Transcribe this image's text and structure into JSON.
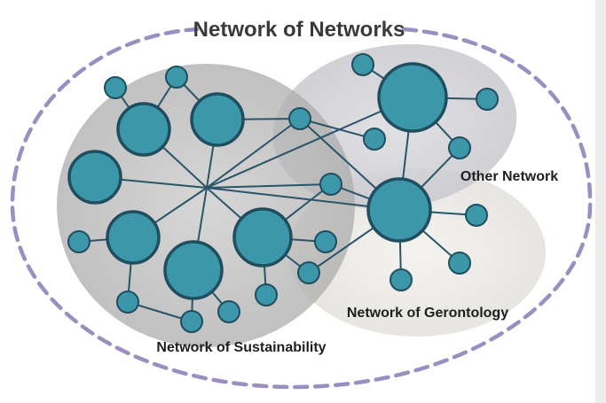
{
  "diagram": {
    "title": "Network of Networks",
    "labels": {
      "other": "Other Network",
      "gerontology": "Network of Gerontology",
      "sustainability": "Network of Sustainability"
    },
    "colors": {
      "node_fill": "#3b97a9",
      "node_stroke": "#1f4e5f",
      "edge": "#2a5468",
      "outer_dash": "#9a8fc0",
      "sustainability_region": "#b9b9b9",
      "other_region": "#cdcdd2",
      "gerontology_region": "#eae8e4",
      "right_strip": "#ececec"
    }
  }
}
